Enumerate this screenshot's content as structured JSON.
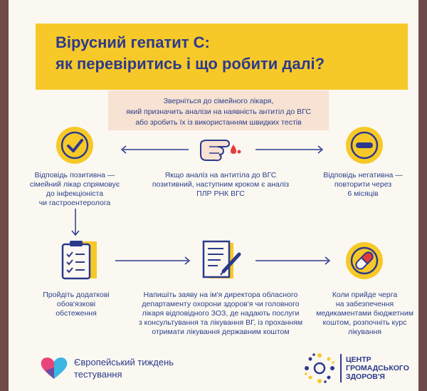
{
  "title": {
    "line1": "Вірусний гепатит С:",
    "line2": "як перевіритись і що робити далі?"
  },
  "instruction": {
    "line1": "Зверніться до сімейного лікаря,",
    "line2": "який призначить аналізи на наявність антитіл до ВГС",
    "line3": "або зробить їх із використанням швидких тестів"
  },
  "step_positive": {
    "lines": [
      "Відповідь позитивна —",
      "сімейний лікар спрямовує",
      "до інфекціоніста",
      "чи гастроентеролога"
    ]
  },
  "step_center": {
    "lines": [
      "Якщо аналіз на антитіла до ВГС",
      "позитивний, наступним кроком є аналіз",
      "ПЛР РНК ВГС"
    ]
  },
  "step_negative": {
    "lines": [
      "Відповідь негативна —",
      "повторити через",
      "6 місяців"
    ]
  },
  "step_exams": {
    "lines": [
      "Пройдіть додаткові",
      "обов'язкові",
      "обстеження"
    ]
  },
  "step_application": {
    "lines": [
      "Напишіть заяву на ім'я директора обласного",
      "департаменту охорони здоров'я чи головного",
      "лікаря відповідного ЗОЗ, де надають послуги",
      "з консультування та лікування ВГ, із проханням",
      "отримати лікування державним коштом"
    ]
  },
  "step_treatment": {
    "lines": [
      "Коли прийде черга",
      "на забезпечення",
      "медикаментами бюджетним",
      "коштом, розпочніть курс",
      "лікування"
    ]
  },
  "footer": {
    "left_line1": "Європейський тиждень",
    "left_line2": "тестування",
    "right_line1": "ЦЕНТР",
    "right_line2": "ГРОМАДСЬКОГО",
    "right_line3": "ЗДОРОВ'Я"
  },
  "colors": {
    "navy": "#2c3a8c",
    "yellow": "#f7c928",
    "peach": "#f7e2d3",
    "red": "#e63a3a"
  }
}
